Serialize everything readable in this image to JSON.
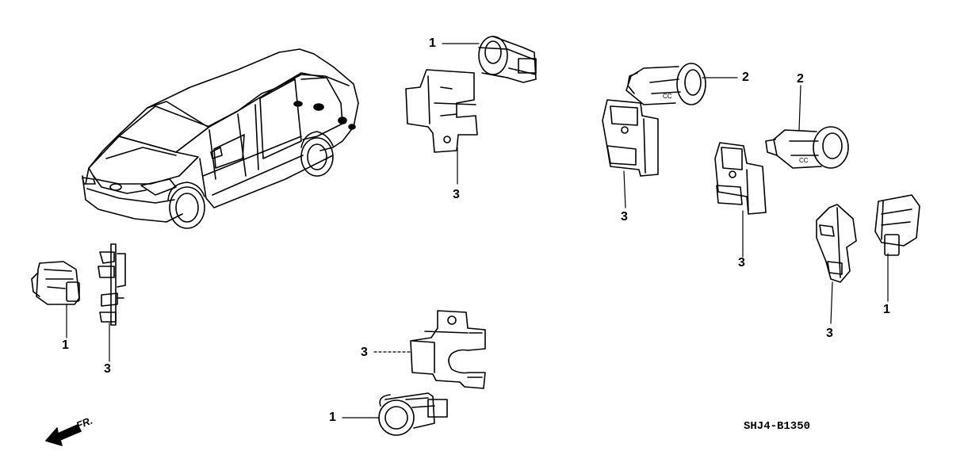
{
  "diagram": {
    "callouts": {
      "sensor_top": "1",
      "sensor_left": "1",
      "sensor_bottom": "1",
      "sensor_right": "1",
      "sensor_angled_a": "2",
      "sensor_angled_b": "2",
      "bracket_top": "3",
      "bracket_left": "3",
      "bracket_center": "3",
      "bracket_right_a": "3",
      "bracket_right_b": "3",
      "bracket_right_c": "3"
    },
    "direction_label": "FR.",
    "drawing_code": "SHJ4-B1350"
  },
  "colors": {
    "ink": "#000000",
    "paper": "#ffffff"
  }
}
